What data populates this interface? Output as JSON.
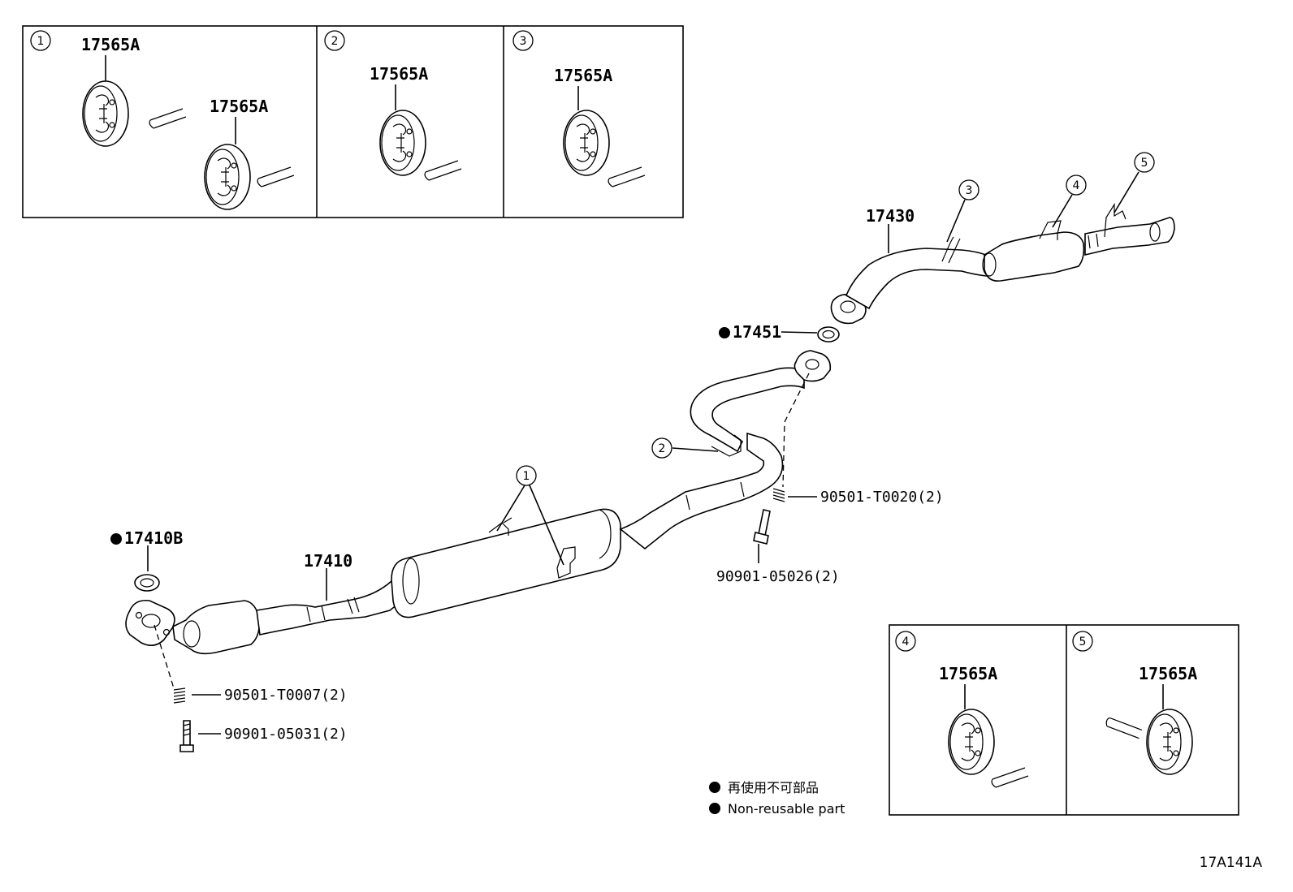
{
  "insets": [
    {
      "circle": "1",
      "labels": [
        "17565A",
        "17565A"
      ]
    },
    {
      "circle": "2",
      "labels": [
        "17565A"
      ]
    },
    {
      "circle": "3",
      "labels": [
        "17565A"
      ]
    },
    {
      "circle": "4",
      "labels": [
        "17565A"
      ]
    },
    {
      "circle": "5",
      "labels": [
        "17565A"
      ]
    }
  ],
  "parts": {
    "front_pipe": "17410",
    "front_gasket": "17410B",
    "tail_pipe": "17430",
    "tail_gasket": "17451",
    "front_spring": "90501-T0007(2)",
    "front_bolt": "90901-05031(2)",
    "center_spring": "90501-T0020(2)",
    "center_bolt": "90901-05026(2)"
  },
  "callouts": [
    "1",
    "2",
    "3",
    "4",
    "5"
  ],
  "legend": {
    "ja": "再使用不可部品",
    "en": "Non-reusable part"
  },
  "figure_ref": "17A141A"
}
